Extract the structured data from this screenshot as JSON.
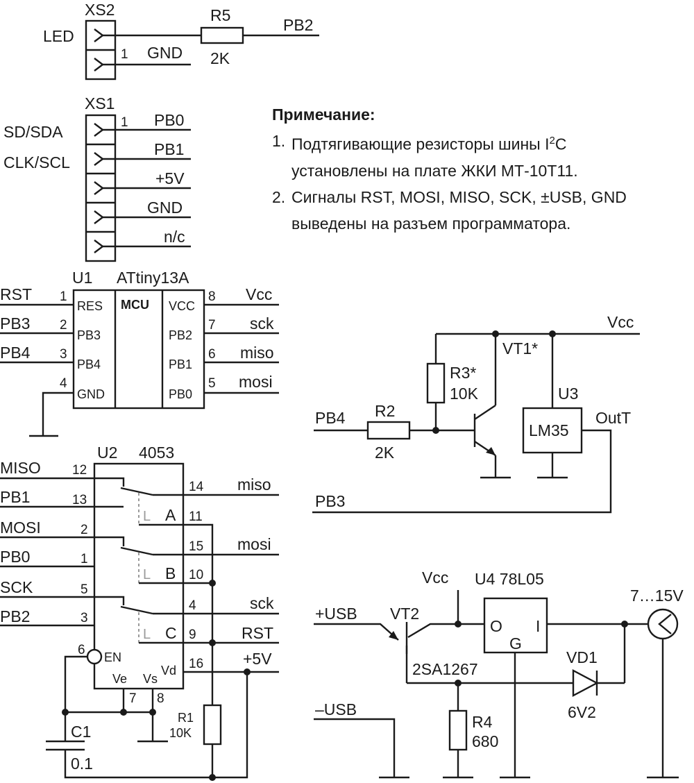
{
  "xs2": {
    "ref": "XS2",
    "led": "LED",
    "pin1": "1",
    "gnd": "GND"
  },
  "r5": {
    "ref": "R5",
    "value": "2K",
    "net": "PB2"
  },
  "xs1": {
    "ref": "XS1",
    "sd": "SD/SDA",
    "clk": "CLK/SCL",
    "pin1": "1",
    "nets": [
      "PB0",
      "PB1",
      "+5V",
      "GND",
      "n/c"
    ]
  },
  "note": {
    "title": "Примечание:",
    "items": [
      {
        "num": "1.",
        "line1": "Подтягивающие резисторы шины I",
        "sup": "2",
        "line1_end": "C",
        "line2": "установлены на плате ЖКИ МТ-10Т11."
      },
      {
        "num": "2.",
        "line1": "Сигналы RST, MOSI, MISO, SCK, ±USB, GND",
        "line2": "выведены на разъем программатора."
      }
    ]
  },
  "u1": {
    "ref": "U1",
    "part": "ATtiny13A",
    "mcu": "MCU",
    "left": [
      {
        "net": "RST",
        "num": "1",
        "pin": "RES"
      },
      {
        "net": "PB3",
        "num": "2",
        "pin": "PB3"
      },
      {
        "net": "PB4",
        "num": "3",
        "pin": "PB4"
      },
      {
        "net": "",
        "num": "4",
        "pin": "GND"
      }
    ],
    "right": [
      {
        "net": "Vcc",
        "num": "8",
        "pin": "VCC"
      },
      {
        "net": "sck",
        "num": "7",
        "pin": "PB2"
      },
      {
        "net": "miso",
        "num": "6",
        "pin": "PB1"
      },
      {
        "net": "mosi",
        "num": "5",
        "pin": "PB0"
      }
    ]
  },
  "u2": {
    "ref": "U2",
    "part": "4053",
    "left": [
      {
        "net": "MISO",
        "num": "12"
      },
      {
        "net": "PB1",
        "num": "13"
      },
      {
        "net": "MOSI",
        "num": "2"
      },
      {
        "net": "PB0",
        "num": "1"
      },
      {
        "net": "SCK",
        "num": "5"
      },
      {
        "net": "PB2",
        "num": "3"
      }
    ],
    "right": [
      {
        "net": "miso",
        "num": "14"
      },
      {
        "net": "",
        "num": "11"
      },
      {
        "net": "mosi",
        "num": "15"
      },
      {
        "net": "",
        "num": "10"
      },
      {
        "net": "sck",
        "num": "4"
      },
      {
        "net": "RST",
        "num": "9"
      },
      {
        "net": "+5V",
        "num": "16"
      }
    ],
    "sel": [
      "A",
      "B",
      "C"
    ],
    "l_mark": "L",
    "en_num": "6",
    "en": "EN",
    "ve": "Ve",
    "vs": "Vs",
    "vd": "Vd",
    "ve_num": "7",
    "vs_num": "8"
  },
  "c1": {
    "ref": "C1",
    "value": "0.1"
  },
  "r1": {
    "ref": "R1",
    "value": "10K"
  },
  "sensor": {
    "vcc": "Vcc",
    "vt1": "VT1*",
    "r3_ref": "R3*",
    "r3_val": "10K",
    "u3": "U3",
    "lm35": "LM35",
    "out": "OutT",
    "pb4": "PB4",
    "r2_ref": "R2",
    "r2_val": "2K",
    "pb3": "PB3"
  },
  "power": {
    "vcc": "Vcc",
    "u4": "U4 78L05",
    "o": "O",
    "g": "G",
    "i": "I",
    "vin": "7…15V",
    "usb_p": "+USB",
    "vt2": "VT2",
    "vt2_part": "2SA1267",
    "vd1": "VD1",
    "vd1_val": "6V2",
    "r4_ref": "R4",
    "r4_val": "680",
    "usb_n": "–USB"
  }
}
